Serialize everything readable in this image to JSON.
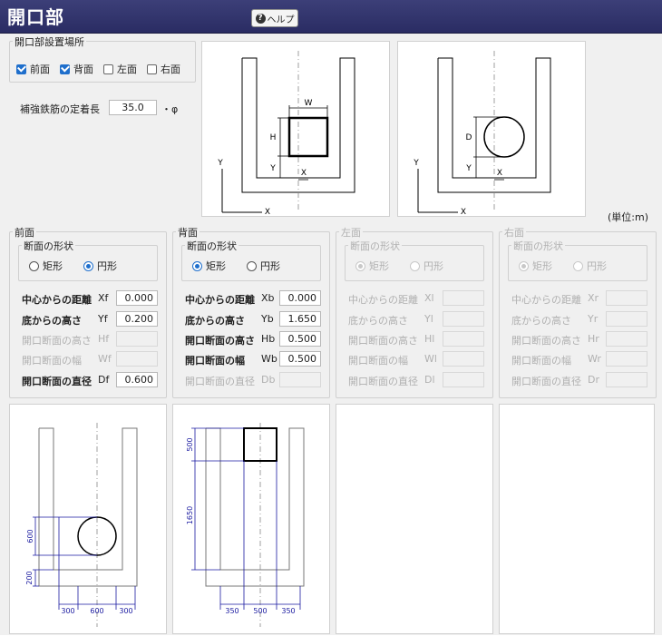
{
  "window": {
    "title": "開口部",
    "help_label": "ヘルプ",
    "help_icon": "question-icon"
  },
  "location_group": {
    "title": "開口部設置場所",
    "items": [
      {
        "label": "前面",
        "checked": true
      },
      {
        "label": "背面",
        "checked": true
      },
      {
        "label": "左面",
        "checked": false
      },
      {
        "label": "右面",
        "checked": false
      }
    ]
  },
  "anchorage": {
    "label": "補強鉄筋の定着長",
    "value": "35.0",
    "unit": "・φ"
  },
  "diagram_rect": {
    "w": "W",
    "h": "H",
    "y": "Y",
    "x": "X",
    "axis_x": "X",
    "axis_y": "Y"
  },
  "diagram_circle": {
    "d": "D",
    "y": "Y",
    "x": "X",
    "axis_x": "X",
    "axis_y": "Y"
  },
  "unit_note": "(単位:m)",
  "shape_group_title": "断面の形状",
  "shape_options": [
    "矩形",
    "円形"
  ],
  "faces": [
    {
      "title": "前面",
      "enabled": true,
      "shape": "円形",
      "rows": [
        {
          "label": "中心からの距離",
          "suffix": "Xf",
          "value": "0.000",
          "enabled": true
        },
        {
          "label": "底からの高さ",
          "suffix": "Yf",
          "value": "0.200",
          "enabled": true
        },
        {
          "label": "開口断面の高さ",
          "suffix": "Hf",
          "value": "",
          "enabled": false
        },
        {
          "label": "開口断面の幅",
          "suffix": "Wf",
          "value": "",
          "enabled": false
        },
        {
          "label": "開口断面の直径",
          "suffix": "Df",
          "value": "0.600",
          "enabled": true
        }
      ]
    },
    {
      "title": "背面",
      "enabled": true,
      "shape": "矩形",
      "rows": [
        {
          "label": "中心からの距離",
          "suffix": "Xb",
          "value": "0.000",
          "enabled": true
        },
        {
          "label": "底からの高さ",
          "suffix": "Yb",
          "value": "1.650",
          "enabled": true
        },
        {
          "label": "開口断面の高さ",
          "suffix": "Hb",
          "value": "0.500",
          "enabled": true
        },
        {
          "label": "開口断面の幅",
          "suffix": "Wb",
          "value": "0.500",
          "enabled": true
        },
        {
          "label": "開口断面の直径",
          "suffix": "Db",
          "value": "",
          "enabled": false
        }
      ]
    },
    {
      "title": "左面",
      "enabled": false,
      "shape": "矩形",
      "rows": [
        {
          "label": "中心からの距離",
          "suffix": "Xl",
          "value": "",
          "enabled": false
        },
        {
          "label": "底からの高さ",
          "suffix": "Yl",
          "value": "",
          "enabled": false
        },
        {
          "label": "開口断面の高さ",
          "suffix": "Hl",
          "value": "",
          "enabled": false
        },
        {
          "label": "開口断面の幅",
          "suffix": "Wl",
          "value": "",
          "enabled": false
        },
        {
          "label": "開口断面の直径",
          "suffix": "Dl",
          "value": "",
          "enabled": false
        }
      ]
    },
    {
      "title": "右面",
      "enabled": false,
      "shape": "矩形",
      "rows": [
        {
          "label": "中心からの距離",
          "suffix": "Xr",
          "value": "",
          "enabled": false
        },
        {
          "label": "底からの高さ",
          "suffix": "Yr",
          "value": "",
          "enabled": false
        },
        {
          "label": "開口断面の高さ",
          "suffix": "Hr",
          "value": "",
          "enabled": false
        },
        {
          "label": "開口断面の幅",
          "suffix": "Wr",
          "value": "",
          "enabled": false
        },
        {
          "label": "開口断面の直径",
          "suffix": "Dr",
          "value": "",
          "enabled": false
        }
      ]
    }
  ],
  "preview_front": {
    "dim_x1": "300",
    "dim_x2": "600",
    "dim_x3": "300",
    "dim_h": "600",
    "dim_y": "200"
  },
  "preview_back": {
    "dim_x1": "350",
    "dim_x2": "500",
    "dim_x3": "350",
    "dim_h": "500",
    "dim_y": "1650"
  },
  "colors": {
    "title_bar": "#2f3170",
    "check_accent": "#1f6fcc",
    "dimension_blue": "#1a1aa0"
  }
}
